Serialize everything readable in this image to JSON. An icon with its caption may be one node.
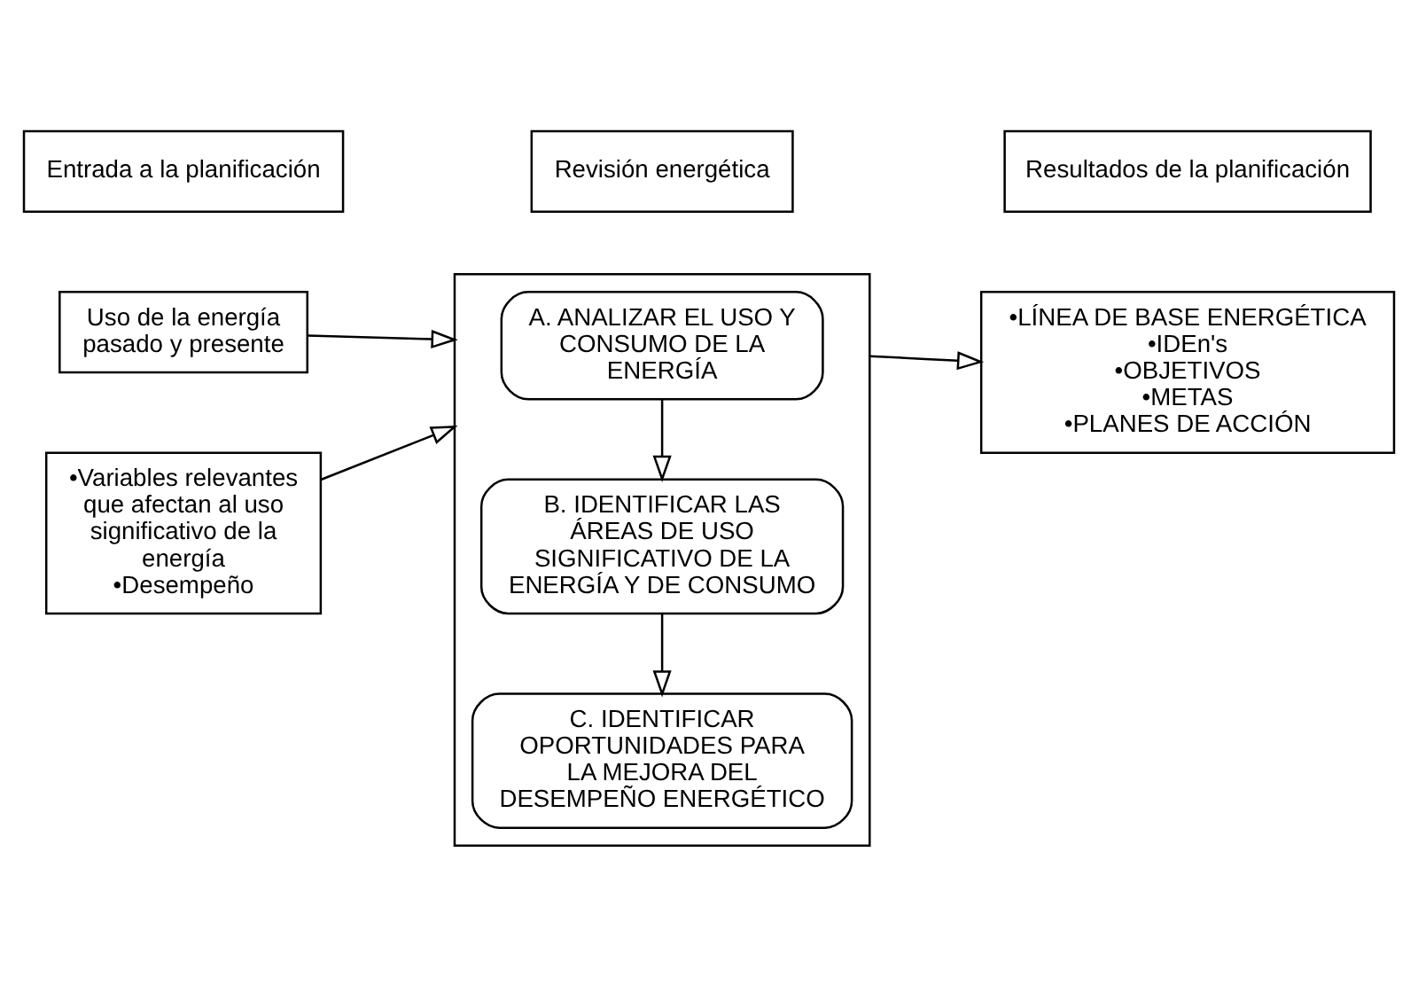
{
  "diagram": {
    "nodes": [
      {
        "text": [
          "Entrada a la planificación"
        ]
      },
      {
        "text": [
          "Revisión energética"
        ]
      },
      {
        "text": [
          "Resultados de la planificación"
        ]
      },
      {
        "text": [
          "Uso de la energía pasado y presente"
        ]
      },
      {
        "text": [
          "•Variables relevantes que afectan al uso significativo de la energía",
          "•Desempeño"
        ]
      },
      {
        "text": [],
        "shape": "box"
      },
      {
        "text": [
          "A. ANALIZAR EL USO Y CONSUMO DE LA ENERGÍA"
        ],
        "in": 5
      },
      {
        "text": [
          "B. IDENTIFICAR LAS ÁREAS DE USO SIGNIFICATIVO DE LA ENERGÍA Y DE CONSUMO"
        ],
        "in": 5
      },
      {
        "text": [
          "C. IDENTIFICAR OPORTUNIDADES PARA LA MEJORA DEL DESEMPEÑO ENERGÉTICO"
        ],
        "in": 5
      },
      {
        "text": [
          "•LÍNEA DE BASE ENERGÉTICA",
          "•IDEn's",
          "•OBJETIVOS",
          "•METAS",
          "•PLANES DE ACCIÓN"
        ]
      }
    ],
    "edges": [
      {
        "from": 3,
        "to": 5,
        "arrow": "to"
      },
      {
        "from": 4,
        "to": 5,
        "arrow": "to"
      },
      {
        "from": 6,
        "to": 7,
        "arrow": "to"
      },
      {
        "from": 7,
        "to": 8,
        "arrow": "to"
      },
      {
        "from": 5,
        "to": 9,
        "arrow": "to"
      }
    ]
  }
}
